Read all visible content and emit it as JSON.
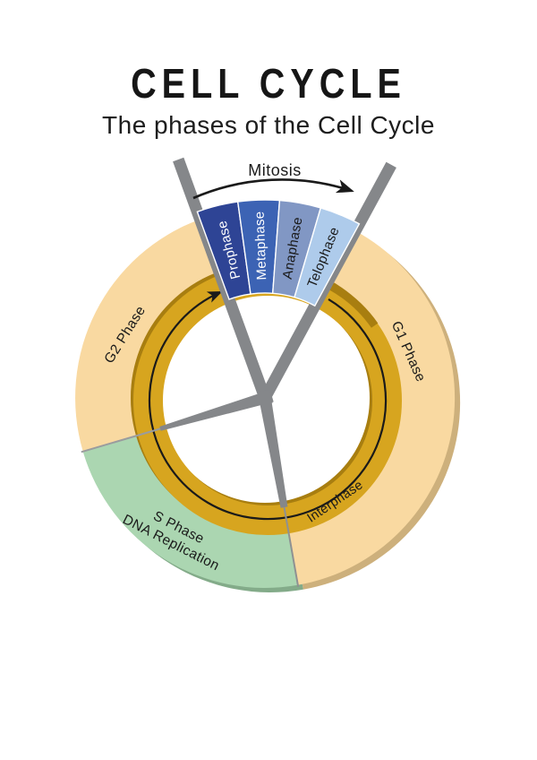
{
  "title": "CELL CYCLE",
  "subtitle": "The phases of the Cell Cycle",
  "diagram": {
    "mitosis_label": "Mitosis",
    "interphase_label": "Interphase",
    "outer_segments": [
      {
        "label": "G1 Phase",
        "color": "#f9d9a1",
        "shadow_color": "#cdb07c"
      },
      {
        "label": "S Phase",
        "sublabel": "DNA Replication",
        "color": "#abd6b1",
        "shadow_color": "#83ab89"
      },
      {
        "label": "G2 Phase",
        "color": "#f9d9a1",
        "shadow_color": "#cdb07c"
      }
    ],
    "mitosis_phases": [
      {
        "label": "Prophase",
        "color": "#2e4495",
        "text_color": "#ffffff"
      },
      {
        "label": "Metaphase",
        "color": "#3c63b4",
        "text_color": "#ffffff"
      },
      {
        "label": "Anaphase",
        "color": "#8197c4",
        "text_color": "#1a1a1a"
      },
      {
        "label": "Telophase",
        "color": "#aecbeb",
        "text_color": "#1a1a1a"
      }
    ],
    "colors": {
      "gold": "#d7a51f",
      "gold_dark": "#a87e10",
      "spoke_gray": "#85878a",
      "arrow_black": "#1a1a1a",
      "text_dark": "#1a1a1a"
    }
  }
}
